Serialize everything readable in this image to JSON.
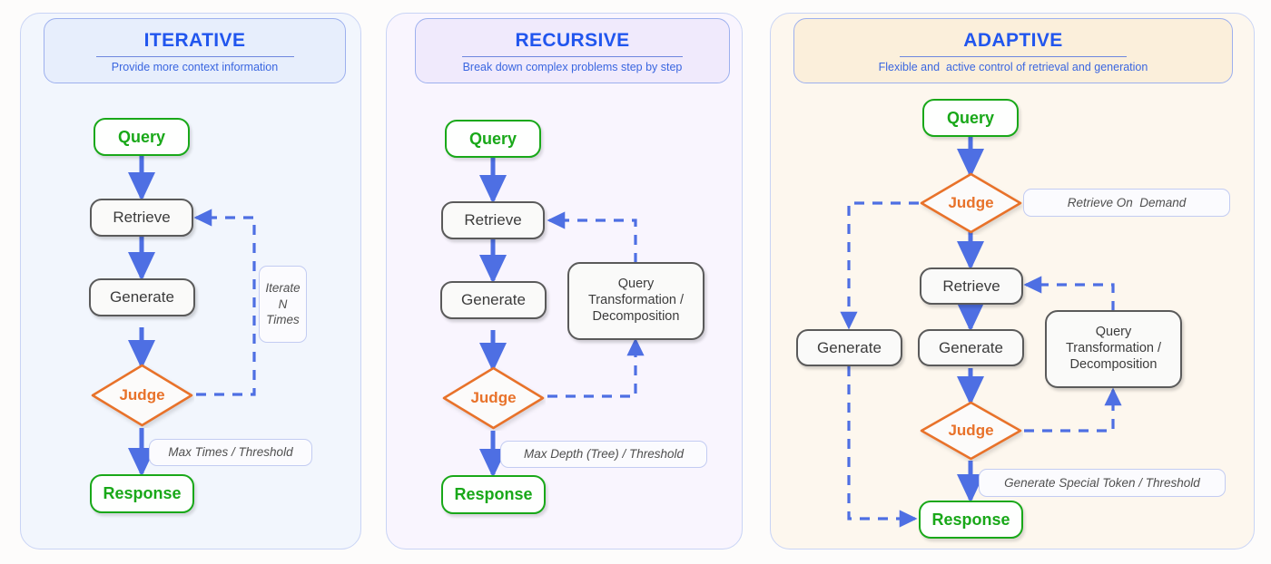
{
  "page": {
    "background": "#FDFCFB",
    "accent_blue": "#2156EE",
    "arrow_blue": "#4E6FE3",
    "node_green": "#19A819",
    "judge_orange": "#E8722A",
    "node_gray": "#5A5A5A"
  },
  "panels": [
    {
      "id": "iterative",
      "background": "#F2F6FD",
      "header": {
        "title": "ITERATIVE",
        "subtitle": "Provide more context information",
        "background": "#E7EEFC"
      },
      "nodes": [
        {
          "id": "query",
          "label": "Query",
          "type": "terminal"
        },
        {
          "id": "retrieve",
          "label": "Retrieve",
          "type": "process"
        },
        {
          "id": "generate",
          "label": "Generate",
          "type": "process"
        },
        {
          "id": "judge",
          "label": "Judge",
          "type": "decision"
        },
        {
          "id": "response",
          "label": "Response",
          "type": "terminal"
        }
      ],
      "notes": [
        {
          "id": "iterate-n-times",
          "text": "Iterate\nN\nTimes"
        },
        {
          "id": "max-times-threshold",
          "text": "Max Times / Threshold"
        }
      ]
    },
    {
      "id": "recursive",
      "background": "#F9F5FE",
      "header": {
        "title": "RECURSIVE",
        "subtitle": "Break down complex problems step by step",
        "background": "#F0EAFC"
      },
      "nodes": [
        {
          "id": "query",
          "label": "Query",
          "type": "terminal"
        },
        {
          "id": "retrieve",
          "label": "Retrieve",
          "type": "process"
        },
        {
          "id": "generate",
          "label": "Generate",
          "type": "process"
        },
        {
          "id": "judge",
          "label": "Judge",
          "type": "decision"
        },
        {
          "id": "response",
          "label": "Response",
          "type": "terminal"
        },
        {
          "id": "query-transformation",
          "label": "Query\nTransformation /\nDecomposition",
          "type": "process"
        }
      ],
      "notes": [
        {
          "id": "max-depth-threshold",
          "text": "Max Depth (Tree) / Threshold"
        }
      ]
    },
    {
      "id": "adaptive",
      "background": "#FDF7EE",
      "header": {
        "title": "ADAPTIVE",
        "subtitle": "Flexible and  active control of retrieval and generation",
        "background": "#FBEFDB"
      },
      "nodes": [
        {
          "id": "query",
          "label": "Query",
          "type": "terminal"
        },
        {
          "id": "judge-top",
          "label": "Judge",
          "type": "decision"
        },
        {
          "id": "retrieve",
          "label": "Retrieve",
          "type": "process"
        },
        {
          "id": "generate-left",
          "label": "Generate",
          "type": "process"
        },
        {
          "id": "generate-main",
          "label": "Generate",
          "type": "process"
        },
        {
          "id": "judge-bottom",
          "label": "Judge",
          "type": "decision"
        },
        {
          "id": "response",
          "label": "Response",
          "type": "terminal"
        },
        {
          "id": "query-transformation",
          "label": "Query\nTransformation /\nDecomposition",
          "type": "process"
        }
      ],
      "notes": [
        {
          "id": "retrieve-on-demand",
          "text": "Retrieve On  Demand"
        },
        {
          "id": "generate-special-token",
          "text": "Generate Special Token / Threshold"
        }
      ]
    }
  ]
}
